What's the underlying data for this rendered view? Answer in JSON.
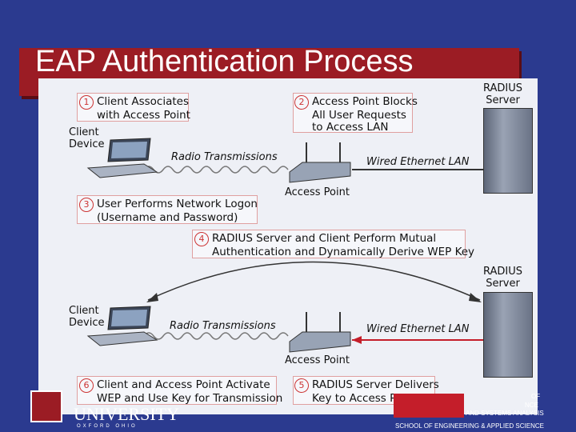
{
  "title": "EAP Authentication Process",
  "steps": [
    {
      "num": "1",
      "line1": "Client Associates",
      "line2": "with Access Point"
    },
    {
      "num": "2",
      "line1": "Access Point Blocks",
      "line2": "All User Requests",
      "line3": "to Access LAN"
    },
    {
      "num": "3",
      "line1": "User Performs Network Logon",
      "line2": "(Username and Password)"
    },
    {
      "num": "4",
      "line1": "RADIUS Server and Client Perform Mutual",
      "line2": "Authentication and Dynamically Derive WEP Key"
    },
    {
      "num": "5",
      "line1": "RADIUS Server Delivers",
      "line2": "Key to Access Point"
    },
    {
      "num": "6",
      "line1": "Client and Access Point Activate",
      "line2": "WEP and Use Key for Transmission"
    }
  ],
  "labels": {
    "radius_server_line1": "RADIUS",
    "radius_server_line2": "Server",
    "client_line1": "Client",
    "client_line2": "Device",
    "radio": "Radio Transmissions",
    "wired": "Wired Ethernet LAN",
    "access_point": "Access Point"
  },
  "footer": {
    "university": "UNIVERSITY",
    "city": "OXFORD OHIO",
    "dept_line1": "OF",
    "dept_line2": "NCE",
    "dept_line3": "AND SYSTEMS ANALYSIS",
    "school": "SCHOOL OF ENGINEERING & APPLIED SCIENCE"
  },
  "colors": {
    "background": "#2b3a8f",
    "title_bar": "#9b1c24",
    "accent": "#c41e2a"
  }
}
